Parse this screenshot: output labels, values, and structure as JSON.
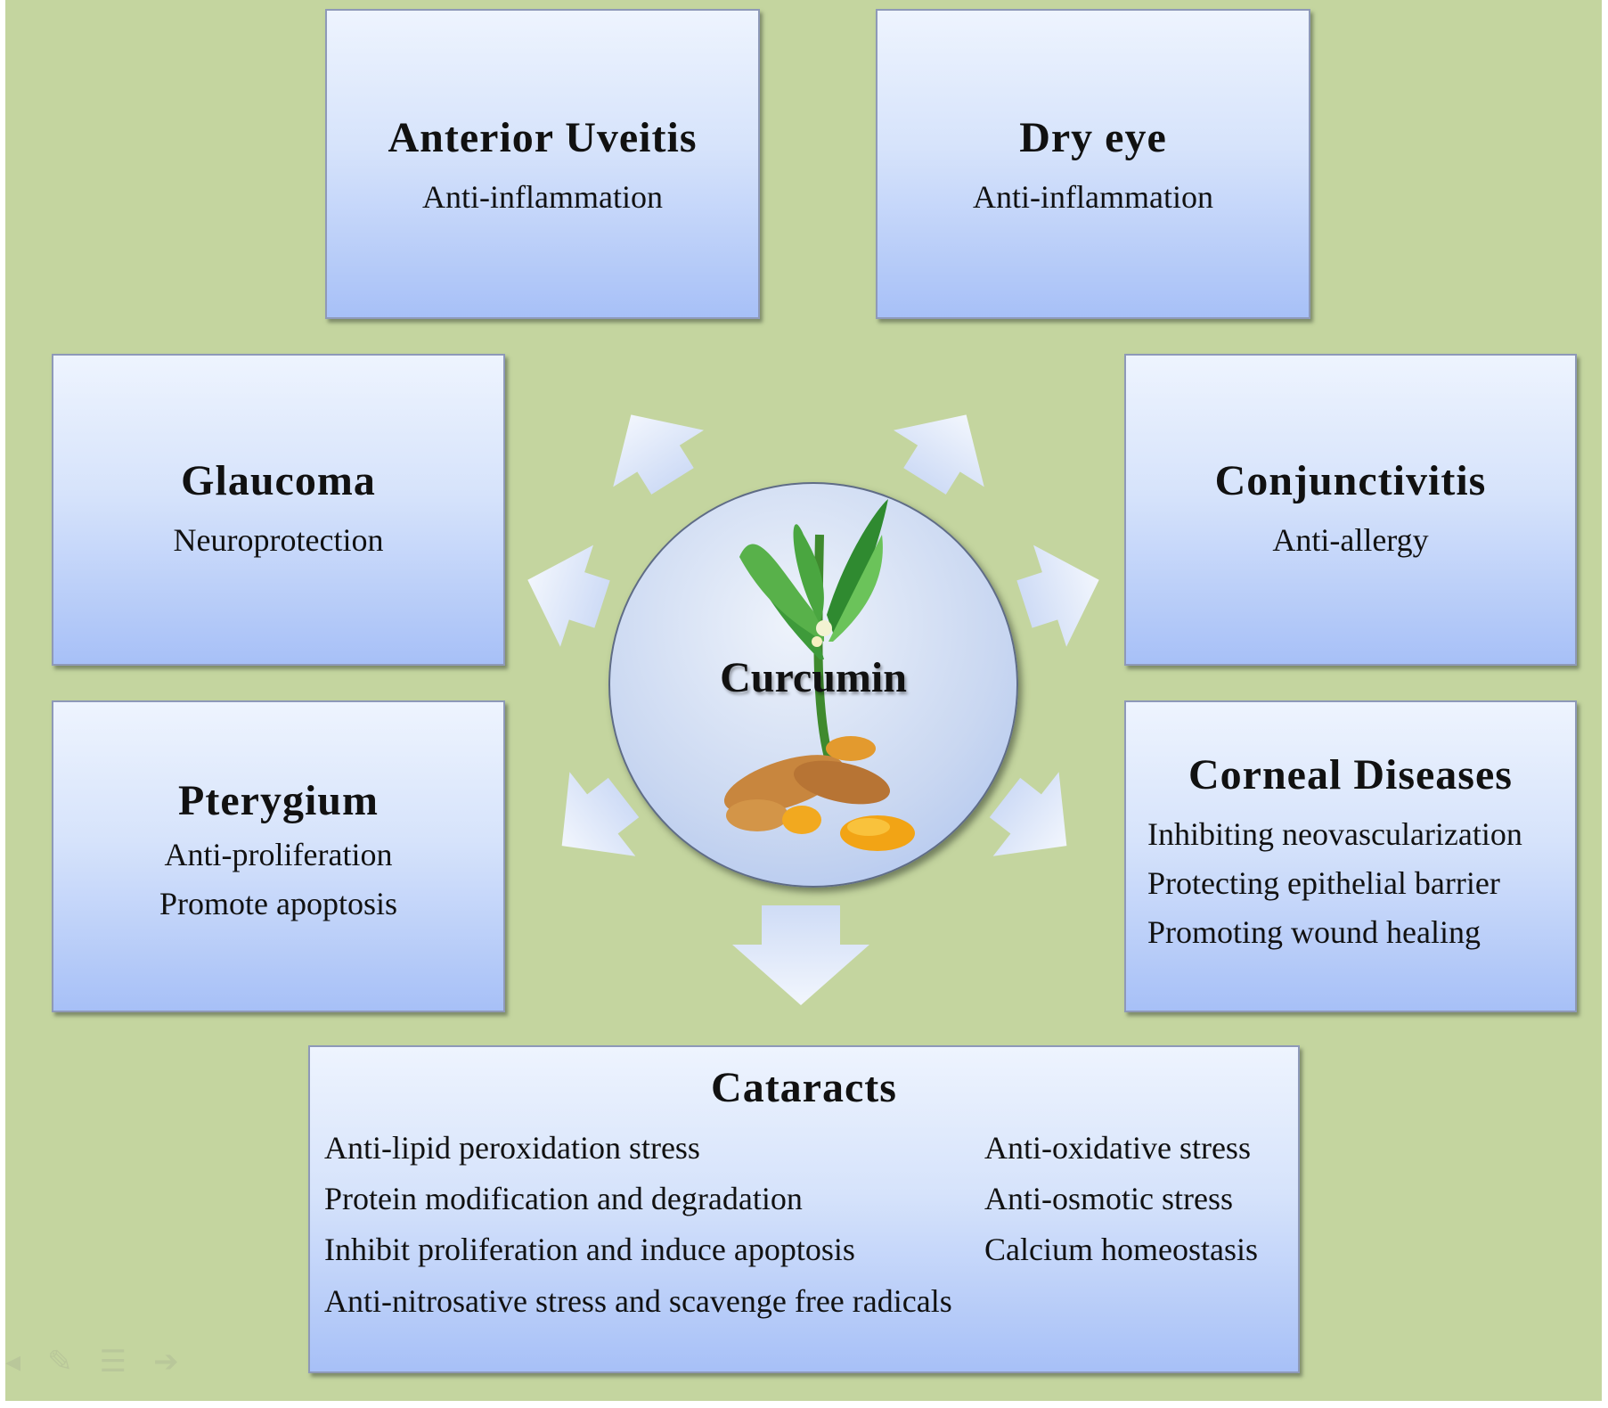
{
  "center": {
    "label": "Curcumin"
  },
  "boxes": {
    "anterior_uveitis": {
      "title": "Anterior Uveitis",
      "lines": [
        "Anti-inflammation"
      ]
    },
    "dry_eye": {
      "title": "Dry eye",
      "lines": [
        "Anti-inflammation"
      ]
    },
    "glaucoma": {
      "title": "Glaucoma",
      "lines": [
        "Neuroprotection"
      ]
    },
    "conjunctivitis": {
      "title": "Conjunctivitis",
      "lines": [
        "Anti-allergy"
      ]
    },
    "pterygium": {
      "title": "Pterygium",
      "lines": [
        "Anti-proliferation",
        "Promote apoptosis"
      ]
    },
    "corneal_diseases": {
      "title": "Corneal Diseases",
      "lines": [
        "Inhibiting neovascularization",
        "Protecting epithelial barrier",
        "Promoting wound healing"
      ]
    },
    "cataracts": {
      "title": "Cataracts",
      "left_lines": [
        "Anti-lipid  peroxidation  stress",
        "Protein modification and degradation",
        "Inhibit proliferation and induce apoptosis",
        "Anti-nitrosative  stress and scavenge free radicals"
      ],
      "right_lines": [
        "Anti-oxidative stress",
        "Anti-osmotic stress",
        "Calcium homeostasis"
      ]
    }
  },
  "colors": {
    "background": "#c4d59f",
    "box_top": "#eef4fe",
    "box_bottom": "#a7c0f7",
    "arrow_fill": "#e4ecfb"
  }
}
